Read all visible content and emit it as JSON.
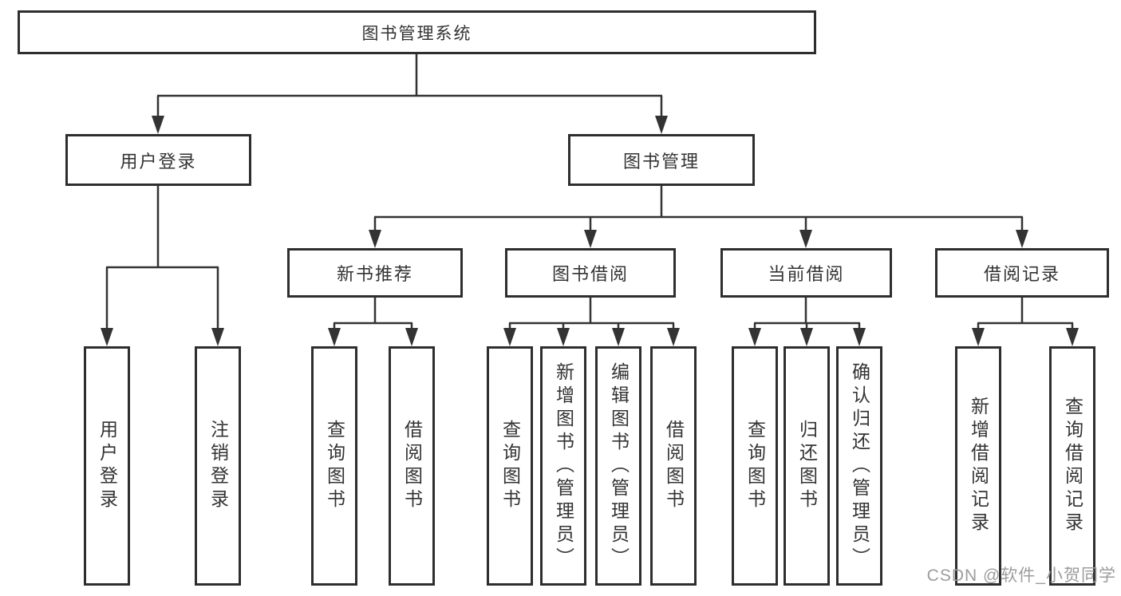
{
  "tree": {
    "root": "图书管理系统",
    "children": [
      {
        "label": "用户登录",
        "children": [
          "用户登录",
          "注销登录"
        ]
      },
      {
        "label": "图书管理",
        "children": [
          {
            "label": "新书推荐",
            "children": [
              "查询图书",
              "借阅图书"
            ]
          },
          {
            "label": "图书借阅",
            "children": [
              "查询图书",
              "新增图书（管理员）",
              "编辑图书（管理员）",
              "借阅图书"
            ]
          },
          {
            "label": "当前借阅",
            "children": [
              "查询图书",
              "归还图书",
              "确认归还（管理员）"
            ]
          },
          {
            "label": "借阅记录",
            "children": [
              "新增借阅记录",
              "查询借阅记录"
            ]
          }
        ]
      }
    ]
  },
  "watermark": "CSDN @软件_小贺同学",
  "colors": {
    "line": "#333333",
    "border": "#2e2e2e",
    "text": "#333333",
    "watermark": "#9c9c9c",
    "background": "#ffffff"
  }
}
